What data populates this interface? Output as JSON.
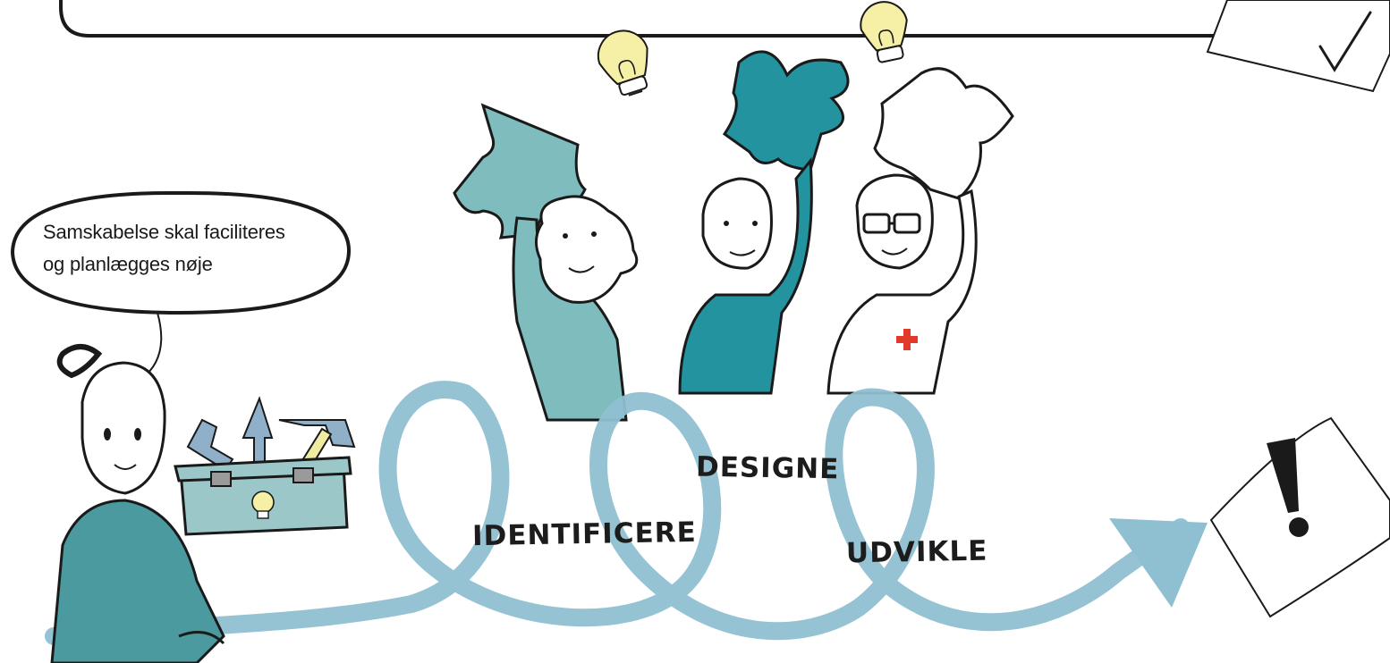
{
  "speech_bubble": {
    "line1": "Samskabelse skal faciliteres",
    "line2": "og planlægges nøje"
  },
  "stages": [
    {
      "label": "IDENTIFICERE"
    },
    {
      "label": "DESIGNE"
    },
    {
      "label": "UDVIKLE"
    }
  ],
  "colors": {
    "ribbon": "#8fc0d2",
    "teal_light": "#7fbcbd",
    "teal_dark": "#23939f",
    "skin": "#ffffff",
    "outline": "#1a1a1a",
    "bulb_yellow": "#f5f0a6",
    "toolbox": "#9cc7c9",
    "tools": "#8fb0c8",
    "hammer_handle": "#f0eba0",
    "red_cross": "#e23a2a"
  },
  "icons": [
    "lightbulb-icon",
    "puzzle-piece-icon",
    "checkmark-icon",
    "exclamation-icon",
    "toolbox-icon",
    "wrench-icon",
    "hammer-icon",
    "red-cross-icon"
  ]
}
